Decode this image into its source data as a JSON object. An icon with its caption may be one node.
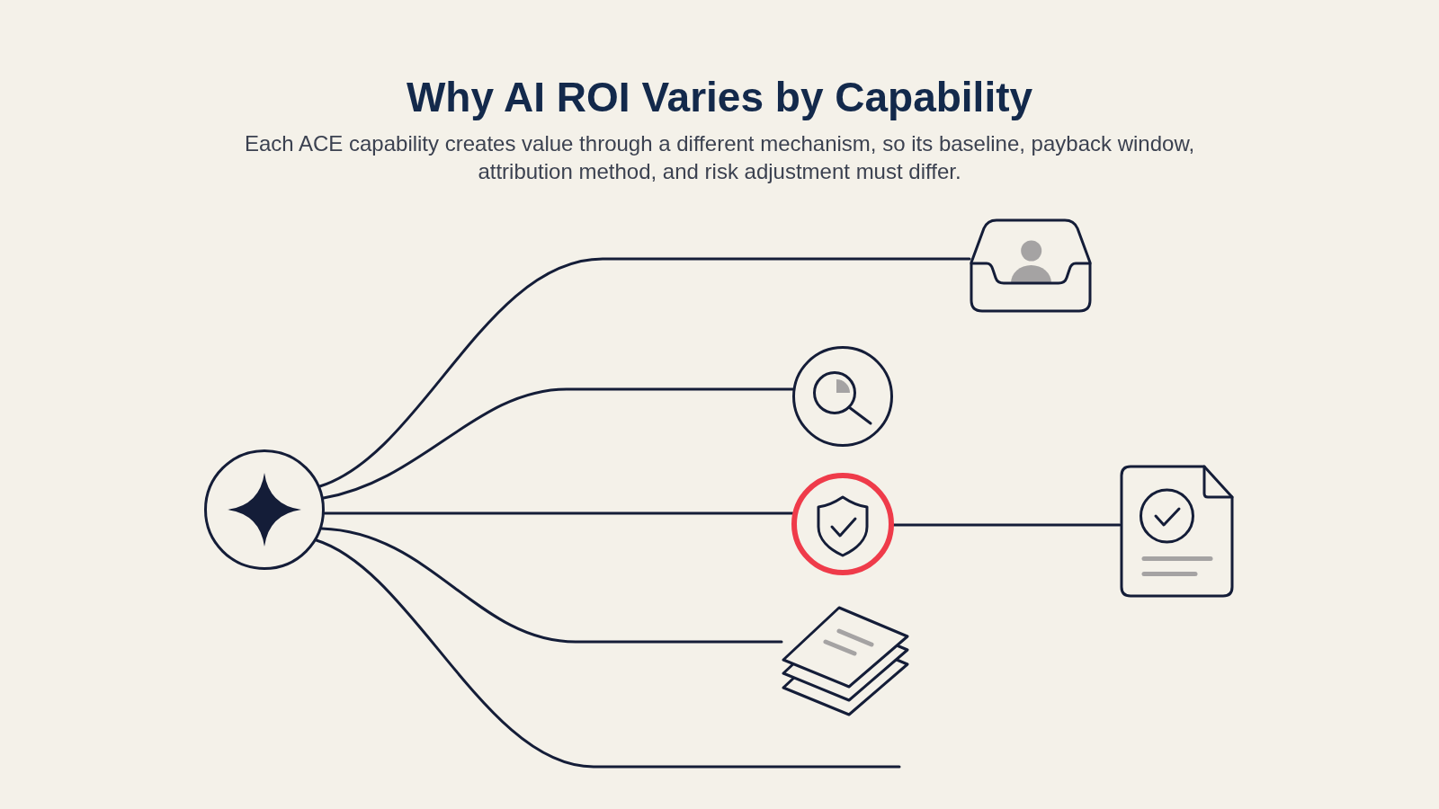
{
  "diagram": {
    "title": "Why AI ROI Varies by Capability",
    "nodes": [
      {
        "text": [],
        "shape": "circle"
      },
      {
        "text": [],
        "shape": "picture"
      },
      {
        "text": [],
        "shape": "circle"
      },
      {
        "text": [],
        "shape": "circle"
      },
      {
        "text": [],
        "shape": "picture"
      },
      {
        "text": [],
        "shape": "picture"
      }
    ],
    "edges": [
      {
        "from": 0,
        "to": 1,
        "arrow": "none"
      },
      {
        "from": 0,
        "to": 2,
        "arrow": "none"
      },
      {
        "from": 0,
        "to": 3,
        "arrow": "none"
      },
      {
        "from": 3,
        "to": 4,
        "arrow": "none"
      },
      {
        "from": 0,
        "to": 5,
        "arrow": "none"
      },
      {
        "from": 0,
        "to": null,
        "arrow": "none"
      }
    ],
    "labels": [
      "Each ACE capability creates value through a different mechanism, so its baseline, payback window, attribution method, and risk adjustment must differ."
    ]
  }
}
